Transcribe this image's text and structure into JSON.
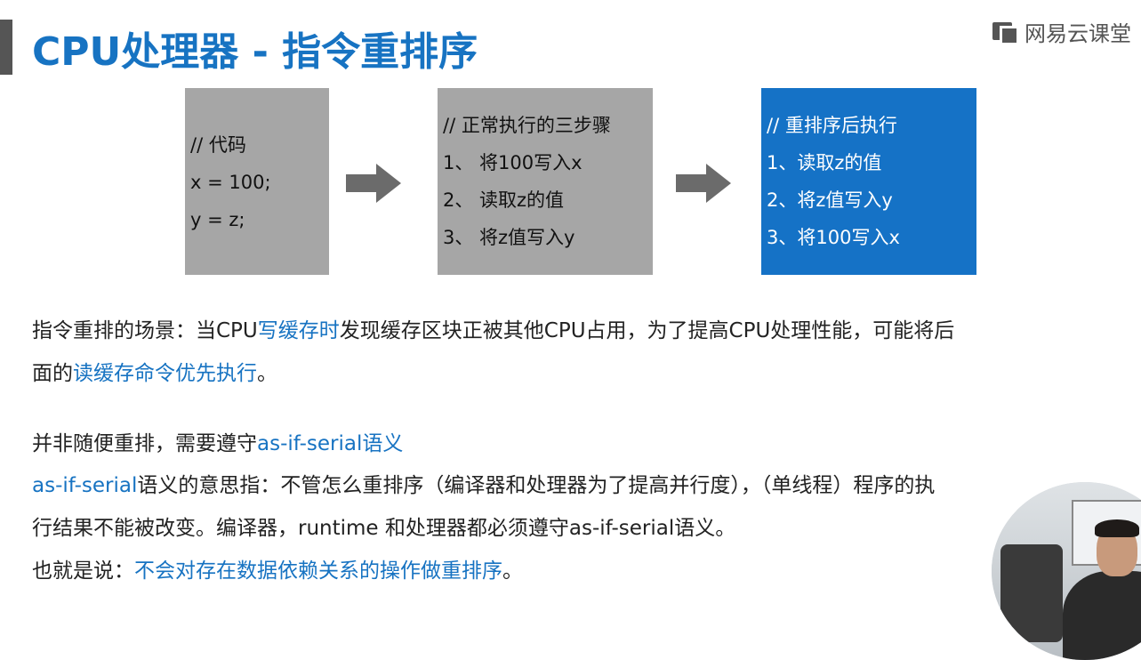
{
  "slide": {
    "title": "CPU处理器 - 指令重排序",
    "logo_text": "网易云课堂"
  },
  "boxes": {
    "code": [
      "// 代码",
      "x = 100;",
      "y = z;"
    ],
    "normal": [
      "// 正常执行的三步骤",
      "1、 将100写入x",
      "2、 读取z的值",
      "3、 将z值写入y"
    ],
    "reordered": [
      "// 重排序后执行",
      "1、读取z的值",
      "2、将z值写入y",
      "3、将100写入x"
    ]
  },
  "paragraphs": {
    "p1_a": "指令重排的场景：当CPU",
    "p1_b": "写缓存时",
    "p1_c": "发现缓存区块正被其他CPU占用，为了提高CPU处理性能，可能将后",
    "p2_a": "面的",
    "p2_b": "读缓存命令优先执行",
    "p2_c": "。",
    "p3_a": "并非随便重排，需要遵守",
    "p3_b": "as-if-serial语义",
    "p4_a": "as-if-serial",
    "p4_b": "语义的意思指：不管怎么重排序（编译器和处理器为了提高并行度），（单线程）程序的执",
    "p5": "行结果不能被改变。编译器，runtime 和处理器都必须遵守as-if-serial语义。",
    "p6_a": "也就是说：",
    "p6_b": "不会对存在数据依赖关系的操作做重排序",
    "p6_c": "。"
  },
  "colors": {
    "accent": "#1773c2",
    "box_gray": "#a6a6a6",
    "box_blue": "#1572c6",
    "arrow": "#6b6b6b"
  },
  "icons": [
    "logo-icon",
    "arrow-right-icon",
    "arrow-right-icon"
  ]
}
